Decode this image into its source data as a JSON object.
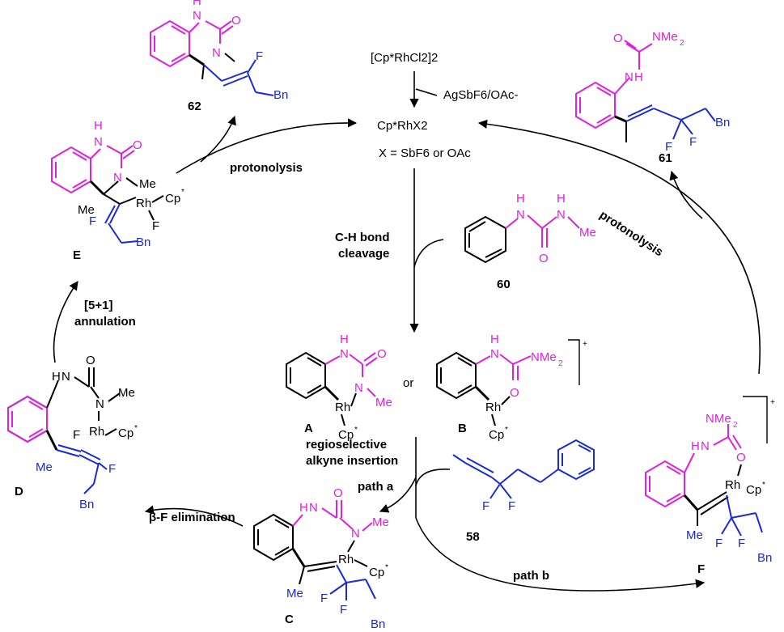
{
  "catalyst": {
    "precursor": "[Cp*RhCl2]2",
    "additive": "AgSbF6/OAc-",
    "active": "Cp*RhX2",
    "x_def": "X = SbF6 or OAc"
  },
  "steps": {
    "ch_cleavage_1": "C-H bond",
    "ch_cleavage_2": "cleavage",
    "regio_1": "regioselective",
    "regio_2": "alkyne insertion",
    "path_a": "path a",
    "path_b": "path b",
    "beta_f": "β-F elimination",
    "annulation_1": "[5+1]",
    "annulation_2": "annulation",
    "protonolysis_left": "protonolysis",
    "protonolysis_right": "protonolysis"
  },
  "compounds": {
    "c60": "60",
    "c58": "58",
    "c61": "61",
    "c62": "62",
    "A": "A",
    "B": "B",
    "C": "C",
    "D": "D",
    "E": "E",
    "F": "F",
    "or": "or"
  },
  "atoms": {
    "H": "H",
    "N": "N",
    "O": "O",
    "F": "F",
    "Me": "Me",
    "Bn": "Bn",
    "Rh": "Rh",
    "Cp": "Cp",
    "star": "*",
    "NMe2": "NMe",
    "two": "2",
    "plus": "+"
  },
  "colors": {
    "magenta": "#e020e0",
    "blue": "#1a2bd6",
    "black": "#000000"
  }
}
